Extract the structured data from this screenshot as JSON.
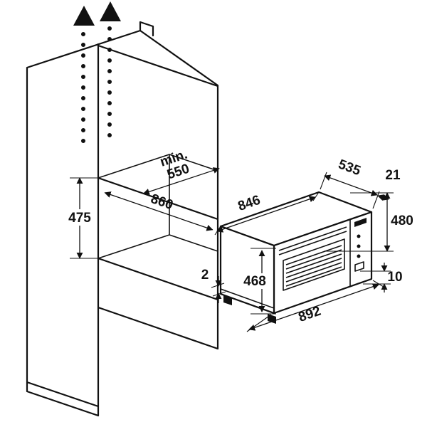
{
  "figure": {
    "kind": "built-in oven installation drawing",
    "colors": {
      "line": "#111111",
      "background": "#ffffff"
    },
    "cabinet": {
      "min_prefix": "min.",
      "niche_depth": "550",
      "niche_width": "860",
      "niche_height": "475"
    },
    "oven": {
      "body_width": "846",
      "depth": "535",
      "overhang": "21",
      "height": "480",
      "front_height": "468",
      "side_gap": "2",
      "bottom_gap": "10",
      "overall_width": "892"
    }
  }
}
